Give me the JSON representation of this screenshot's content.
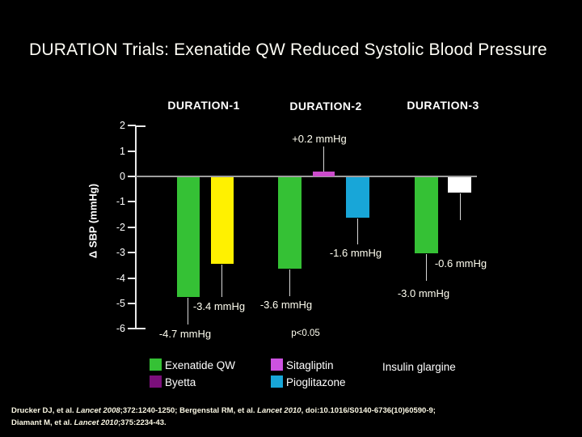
{
  "slide": {
    "title": "DURATION Trials: Exenatide QW Reduced Systolic Blood Pressure",
    "background": "#000000"
  },
  "chart_data": {
    "type": "bar",
    "title": "DURATION Trials: Exenatide QW Reduced Systolic Blood Pressure",
    "ylabel": "Δ SBP (mmHg)",
    "ylim": [
      -6,
      2
    ],
    "yticks": [
      2,
      1,
      0,
      -1,
      -2,
      -3,
      -4,
      -5,
      -6
    ],
    "grid": false,
    "legend_position": "bottom",
    "groups": [
      "DURATION-1",
      "DURATION-2",
      "DURATION-3"
    ],
    "bars": [
      {
        "group": "DURATION-1",
        "series": "Exenatide QW",
        "value": -4.7,
        "label": "-4.7 mmHg",
        "color": "#35C135"
      },
      {
        "group": "DURATION-1",
        "series": "Byetta",
        "value": -3.4,
        "label": "-3.4 mmHg",
        "color": "#FFF100"
      },
      {
        "group": "DURATION-2",
        "series": "Exenatide QW",
        "value": -3.6,
        "label": "-3.6 mmHg",
        "color": "#35C135"
      },
      {
        "group": "DURATION-2",
        "series": "Sitagliptin",
        "value": 0.2,
        "label": "+0.2 mmHg",
        "color": "#CC4CCC"
      },
      {
        "group": "DURATION-2",
        "series": "Pioglitazone",
        "value": -1.6,
        "label": "-1.6 mmHg",
        "color": "#18A6D8"
      },
      {
        "group": "DURATION-3",
        "series": "Exenatide QW",
        "value": -3.0,
        "label": "-3.0 mmHg",
        "color": "#35C135"
      },
      {
        "group": "DURATION-3",
        "series": "Insulin glargine",
        "value": -0.6,
        "label": "-0.6 mmHg",
        "color": "#FFFFFF"
      }
    ],
    "annotation": "p<0.05",
    "legend": [
      {
        "label": "Exenatide QW",
        "color": "#35C135"
      },
      {
        "label": "Byetta",
        "color": "#7B0F7B"
      },
      {
        "label": "Sitagliptin",
        "color": "#CC52E0"
      },
      {
        "label": "Pioglitazone",
        "color": "#18A6D8"
      },
      {
        "label": "Insulin glargine",
        "color": null
      }
    ]
  },
  "citation": {
    "lines": [
      [
        {
          "text": "Drucker DJ, et al. ",
          "italic": false
        },
        {
          "text": "Lancet 2008",
          "italic": true
        },
        {
          "text": ";372:1240-1250; Bergenstal RM, et al. ",
          "italic": false
        },
        {
          "text": "Lancet 2010",
          "italic": true
        },
        {
          "text": ", doi:10.1016/S0140-6736(10)60590-9;",
          "italic": false
        }
      ],
      [
        {
          "text": "Diamant M, et al. ",
          "italic": false
        },
        {
          "text": "Lancet 2010",
          "italic": true
        },
        {
          "text": ";375:2234-43.",
          "italic": false
        }
      ]
    ]
  }
}
